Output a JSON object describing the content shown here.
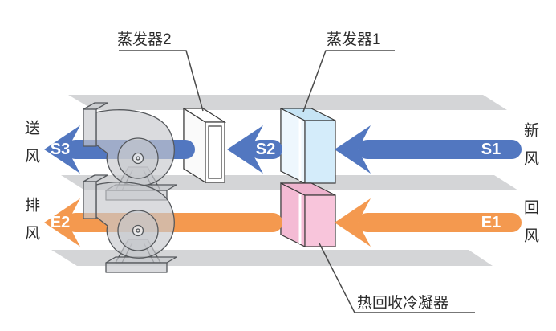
{
  "diagram": {
    "title_hint": "heat-recovery air handling flow diagram",
    "component_labels": {
      "evaporator2": "蒸发器2",
      "evaporator1": "蒸发器1",
      "heat_recovery_condenser": "热回收冷凝器"
    },
    "side_labels": {
      "supply_air": "送风",
      "fresh_air": "新风",
      "exhaust_air": "排风",
      "return_air": "回风"
    },
    "flow_labels": {
      "s1": "S1",
      "s2": "S2",
      "s3": "S3",
      "e1": "E1",
      "e2": "E2"
    },
    "colors": {
      "supply_arrow_blue": "#5277c0",
      "exhaust_arrow_orange": "#f4994f",
      "evaporator1_fill": "#d4ecfa",
      "condenser_fill": "#f8c5db",
      "evaporator2_fill": "#ffffff",
      "duct_band_gray": "#d4d5d7",
      "fan_gray": "#c7c9cd",
      "label_text": "#2b2b2b"
    }
  }
}
